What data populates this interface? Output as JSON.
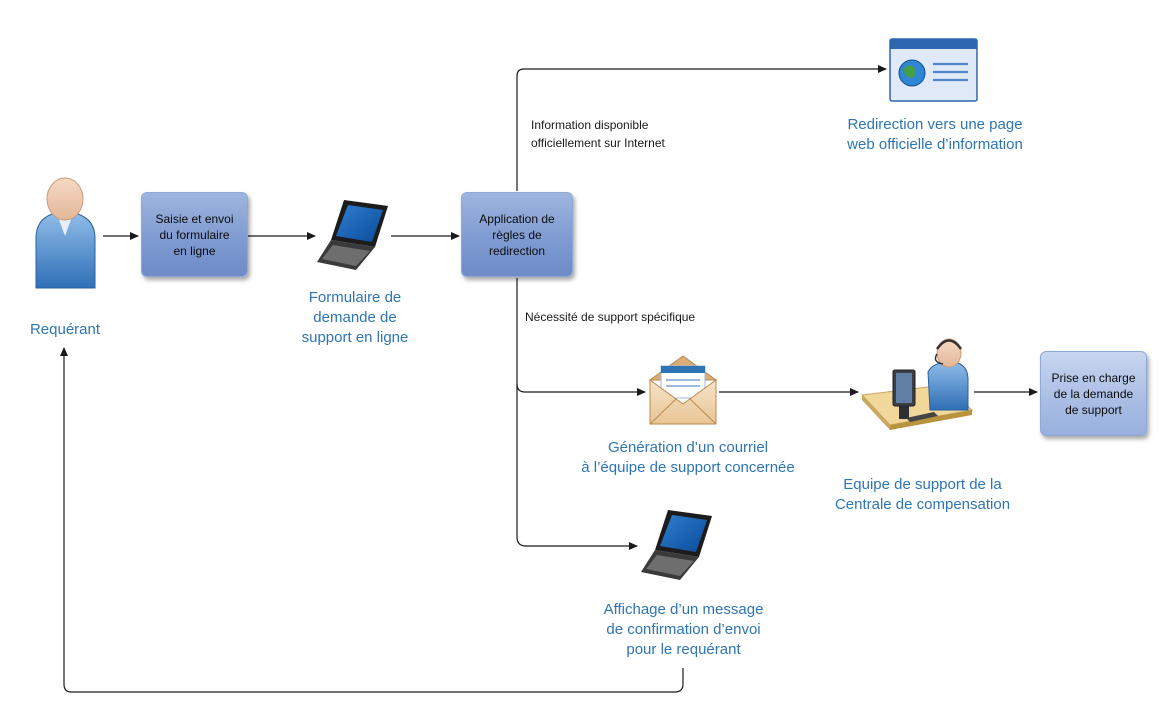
{
  "nodes": {
    "requester": {
      "caption": "Requérant",
      "icon": "user-icon"
    },
    "form_process": {
      "label": "Saisie et envoi\ndu formulaire\nen ligne"
    },
    "online_form": {
      "caption": "Formulaire de\ndemande de\nsupport en ligne",
      "icon": "laptop-icon"
    },
    "redirect_rules": {
      "label": "Application de\nrègles de\nredirection"
    },
    "web_page": {
      "caption": "Redirection vers une page\nweb officielle d’information",
      "icon": "web-page-icon"
    },
    "email": {
      "caption": "Génération d’un courriel\nà l’équipe de support concernée",
      "icon": "envelope-icon"
    },
    "support_team": {
      "caption": "Equipe de support de la\nCentrale de compensation",
      "icon": "support-agent-icon"
    },
    "handling": {
      "label": "Prise en charge\nde la demande\nde support"
    },
    "confirmation": {
      "caption": "Affichage d’un message\nde confirmation d’envoi\npour le requérant",
      "icon": "laptop-icon"
    }
  },
  "edge_labels": {
    "info_online": "Information disponible\nofficiellement sur Internet",
    "specific_support": "Nécessité de support spécifique"
  },
  "colors": {
    "caption": "#2e75b6",
    "process_box": "#7f9bd2",
    "arrow": "#1a1a1a"
  }
}
